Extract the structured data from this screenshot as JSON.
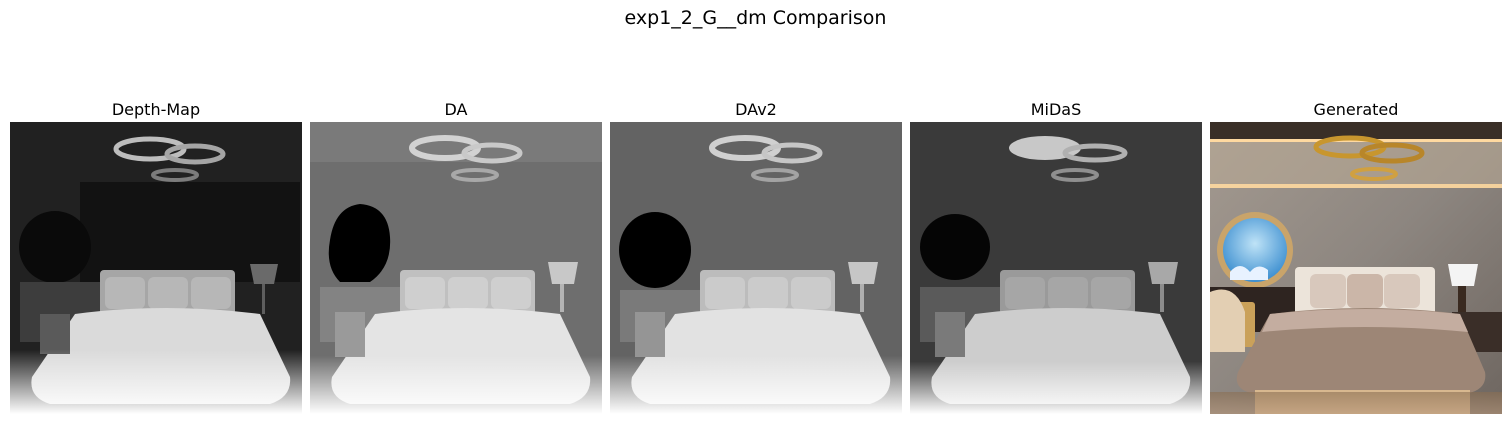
{
  "figure": {
    "title": "exp1_2_G__dm Comparison"
  },
  "panels": [
    {
      "title": "Depth-Map",
      "kind": "depth",
      "variant": "dm"
    },
    {
      "title": "DA",
      "kind": "depth",
      "variant": "da"
    },
    {
      "title": "DAv2",
      "kind": "depth",
      "variant": "dav2"
    },
    {
      "title": "MiDaS",
      "kind": "depth",
      "variant": "midas"
    },
    {
      "title": "Generated",
      "kind": "rgb",
      "variant": "generated"
    }
  ]
}
